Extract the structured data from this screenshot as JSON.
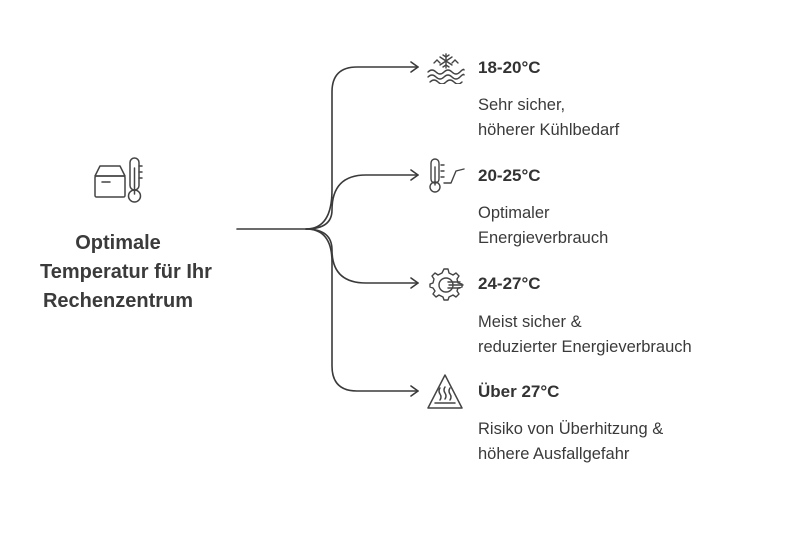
{
  "root": {
    "title_lines": [
      "Optimale",
      "Temperatur für Ihr",
      "Rechenzentrum"
    ],
    "icon": "server-thermometer-icon"
  },
  "branches": [
    {
      "title": "18-20°C",
      "desc_lines": [
        "Sehr sicher,",
        "höherer Kühlbedarf"
      ],
      "icon": "snowflake-water-icon"
    },
    {
      "title": "20-25°C",
      "desc_lines": [
        "Optimaler",
        "Energieverbrauch"
      ],
      "icon": "thermometer-trend-icon"
    },
    {
      "title": "24-27°C",
      "desc_lines": [
        "Meist sicher &",
        "reduzierter Energieverbrauch"
      ],
      "icon": "gear-wind-icon"
    },
    {
      "title": "Über 27°C",
      "desc_lines": [
        "Risiko von Überhitzung &",
        "höhere Ausfallgefahr"
      ],
      "icon": "hot-surface-warning-icon"
    }
  ],
  "colors": {
    "line": "#3a3a3a",
    "text": "#3a3a3a"
  }
}
